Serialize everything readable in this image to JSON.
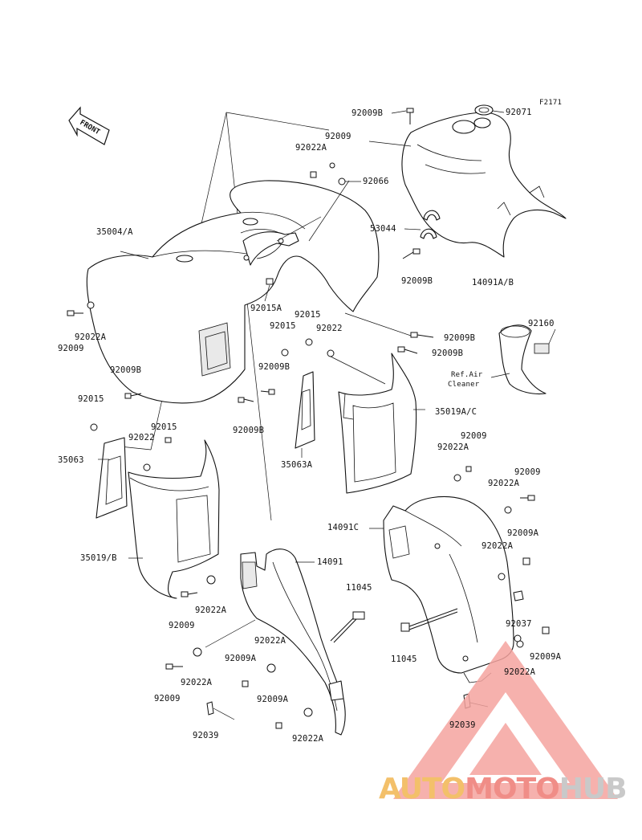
{
  "diagram": {
    "figure_code": "F2171",
    "front_indicator": "FRONT",
    "labels": [
      {
        "id": "92009B-top",
        "text": "92009B"
      },
      {
        "id": "92071",
        "text": "92071"
      },
      {
        "id": "92009-top",
        "text": "92009"
      },
      {
        "id": "92022A-top",
        "text": "92022A"
      },
      {
        "id": "92066",
        "text": "92066"
      },
      {
        "id": "53044",
        "text": "53044"
      },
      {
        "id": "35004A",
        "text": "35004/A"
      },
      {
        "id": "92009B-mid",
        "text": "92009B"
      },
      {
        "id": "14091AB",
        "text": "14091A/B"
      },
      {
        "id": "92015A",
        "text": "92015A"
      },
      {
        "id": "92015-a",
        "text": "92015"
      },
      {
        "id": "92015-b",
        "text": "92015"
      },
      {
        "id": "92022-a",
        "text": "92022"
      },
      {
        "id": "92022A-left",
        "text": "92022A"
      },
      {
        "id": "92009-left",
        "text": "92009"
      },
      {
        "id": "92009B-r1",
        "text": "92009B"
      },
      {
        "id": "92009B-r2",
        "text": "92009B"
      },
      {
        "id": "92160",
        "text": "92160"
      },
      {
        "id": "ref-air-1",
        "text": "Ref.Air"
      },
      {
        "id": "ref-air-2",
        "text": "Cleaner"
      },
      {
        "id": "92009B-l2",
        "text": "92009B"
      },
      {
        "id": "92009B-c",
        "text": "92009B"
      },
      {
        "id": "92015-left",
        "text": "92015"
      },
      {
        "id": "35019AC",
        "text": "35019A/C"
      },
      {
        "id": "92015-c",
        "text": "92015"
      },
      {
        "id": "92009B-low",
        "text": "92009B"
      },
      {
        "id": "92022-b",
        "text": "92022"
      },
      {
        "id": "92009-r1",
        "text": "92009"
      },
      {
        "id": "92022A-r1",
        "text": "92022A"
      },
      {
        "id": "35063",
        "text": "35063"
      },
      {
        "id": "35063A",
        "text": "35063A"
      },
      {
        "id": "92009-r2",
        "text": "92009"
      },
      {
        "id": "92022A-r2",
        "text": "92022A"
      },
      {
        "id": "14091C",
        "text": "14091C"
      },
      {
        "id": "92009A-r",
        "text": "92009A"
      },
      {
        "id": "92022A-r3",
        "text": "92022A"
      },
      {
        "id": "35019B",
        "text": "35019/B"
      },
      {
        "id": "14091",
        "text": "14091"
      },
      {
        "id": "11045-a",
        "text": "11045"
      },
      {
        "id": "92022A-c1",
        "text": "92022A"
      },
      {
        "id": "92009-c1",
        "text": "92009"
      },
      {
        "id": "92037",
        "text": "92037"
      },
      {
        "id": "92022A-c2",
        "text": "92022A"
      },
      {
        "id": "92009A-r2",
        "text": "92009A"
      },
      {
        "id": "11045-b",
        "text": "11045"
      },
      {
        "id": "92009A-c",
        "text": "92009A"
      },
      {
        "id": "92022A-c3",
        "text": "92022A"
      },
      {
        "id": "92022A-r4",
        "text": "92022A"
      },
      {
        "id": "92009-c2",
        "text": "92009"
      },
      {
        "id": "92009A-c2",
        "text": "92009A"
      },
      {
        "id": "92039-a",
        "text": "92039"
      },
      {
        "id": "92022A-c4",
        "text": "92022A"
      },
      {
        "id": "92039-b",
        "text": "92039"
      }
    ]
  },
  "watermark": {
    "part1": "AUTO",
    "part2": "MOTO",
    "part3": "HUB",
    "color_auto": "#f3c06a",
    "color_moto": "#f08d87",
    "color_hub": "#c9c9c9"
  }
}
